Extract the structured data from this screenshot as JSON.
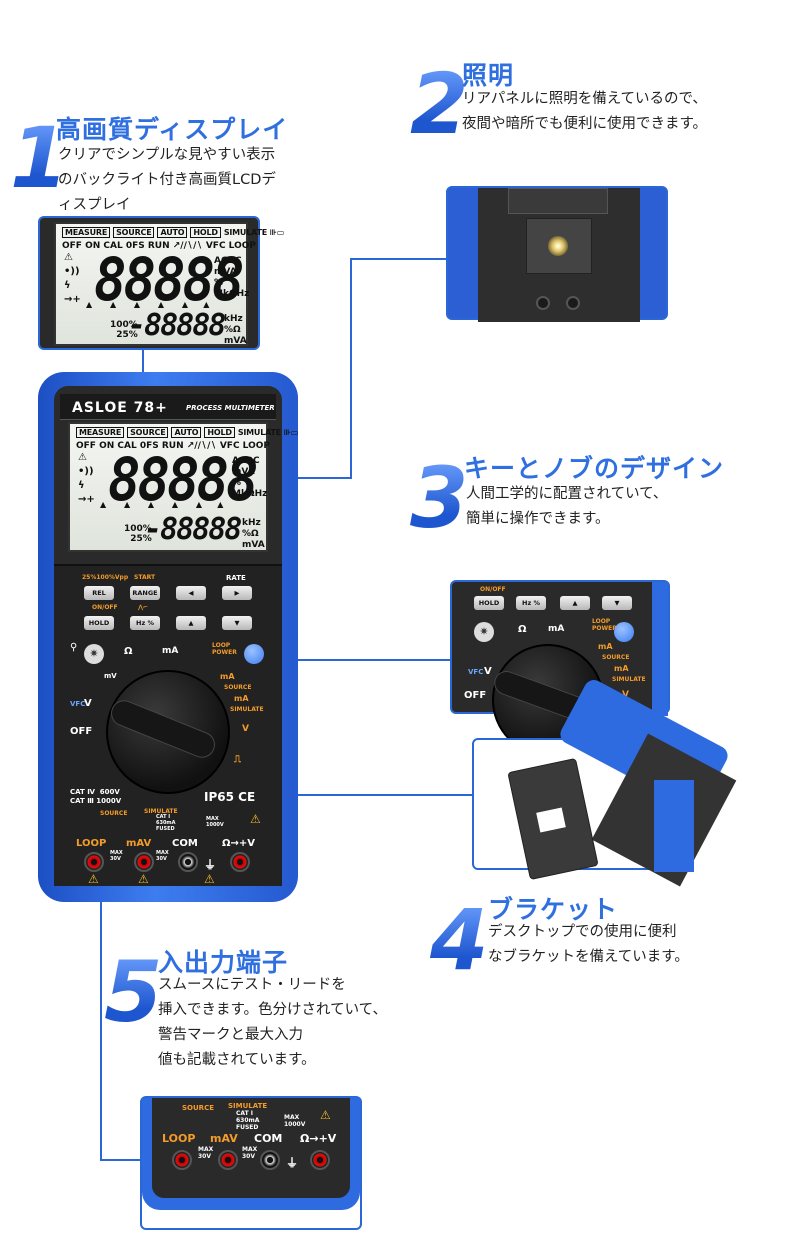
{
  "features": [
    {
      "num": "1",
      "title": "高画質ディスプレイ",
      "lines": [
        "クリアでシンプルな見やすい表示",
        "のバックライト付き高画質LCDデ",
        "ィスプレイ"
      ]
    },
    {
      "num": "2",
      "title": "照明",
      "lines": [
        "リアパネルに照明を備えているので、",
        "夜間や暗所でも便利に使用できます。"
      ]
    },
    {
      "num": "3",
      "title": "キーとノブのデザイン",
      "lines": [
        "人間工学的に配置されていて、",
        "簡単に操作できます。"
      ]
    },
    {
      "num": "4",
      "title": "ブラケット",
      "lines": [
        "デスクトップでの使用に便利",
        "なブラケットを備えています。"
      ]
    },
    {
      "num": "5",
      "title": "入出力端子",
      "lines": [
        "スムースにテスト・リードを",
        "挿入できます。色分けされていて、",
        "警告マークと最大入力",
        "値も記載されています。"
      ]
    }
  ],
  "lcd": {
    "row1": [
      "MEASURE",
      "SOURCE",
      "AUTO",
      "HOLD"
    ],
    "row1_tail": "SIMULATE",
    "row2": "OFF ON CAL 0FS RUN ↗∕∕∖∕∖ VFC LOOP",
    "big_digits": "88888",
    "small_digits": "-88888",
    "units_top": "ACDC\nmVA\n%\nMkΩHz",
    "units_bottom": "kHz\n%Ω\nmVA",
    "pct": "100%\n25%"
  },
  "meter": {
    "brand": "ASLOE 78+",
    "model": "PROCESS MULTIMETER",
    "keys": [
      "REL",
      "RANGE",
      "◀",
      "▶",
      "HOLD",
      "Hz %",
      "▲",
      "▼"
    ],
    "labels": {
      "top_left": "25%100%Vpp",
      "start": "START",
      "rate": "RATE",
      "onoff": "ON/OFF",
      "loop_power": "LOOP\nPOWER",
      "source": "SOURCE",
      "simulate": "SIMULATE",
      "off": "OFF",
      "vfc": "VFC",
      "v": "V",
      "ma": "mA",
      "mv": "mV",
      "ohm": "Ω",
      "cat": "CAT Ⅳ  600V\nCAT Ⅲ 1000V",
      "ip": "IP65  CE",
      "cati": "CAT I\n630mA\nFUSED",
      "max1000": "MAX\n1000V",
      "max30a": "MAX\n30V",
      "max30b": "MAX\n30V"
    },
    "terminals": [
      "LOOP",
      "mAV",
      "COM",
      "Ω→+V"
    ]
  },
  "colors": {
    "accent": "#2b67d6",
    "title": "#2f6fe0",
    "meter_blue": "#2f6be0",
    "orange": "#f39c2a"
  }
}
